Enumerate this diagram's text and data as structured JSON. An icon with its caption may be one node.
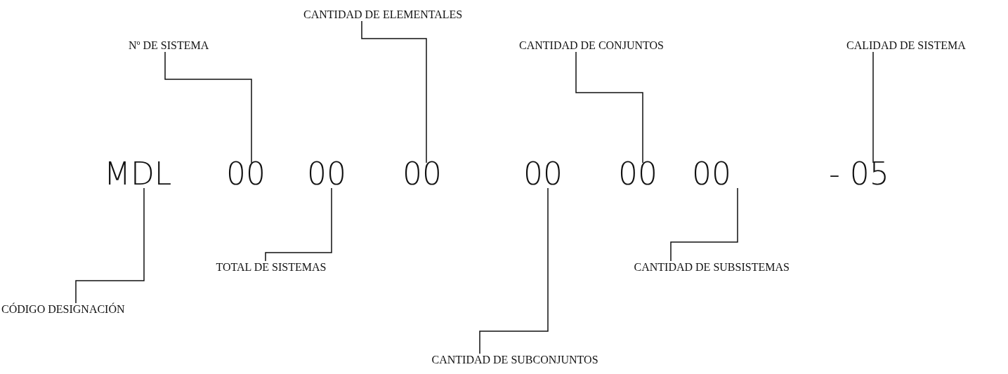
{
  "diagram": {
    "nodes": [
      {
        "text": [
          "CANTIDAD DE ELEMENTALES"
        ]
      },
      {
        "text": [
          "Nº DE SISTEMA"
        ]
      },
      {
        "text": [
          "CANTIDAD DE CONJUNTOS"
        ]
      },
      {
        "text": [
          "CALIDAD DE SISTEMA"
        ]
      },
      {
        "text": [
          "MDL"
        ]
      },
      {
        "text": [
          "00"
        ]
      },
      {
        "text": [
          "00"
        ]
      },
      {
        "text": [
          "00"
        ]
      },
      {
        "text": [
          "00"
        ]
      },
      {
        "text": [
          "00"
        ]
      },
      {
        "text": [
          "00"
        ]
      },
      {
        "text": [
          "- 05"
        ]
      },
      {
        "text": [
          "TOTAL DE SISTEMAS"
        ]
      },
      {
        "text": [
          "CANTIDAD DE SUBSISTEMAS"
        ]
      },
      {
        "text": [
          "CÓDIGO DESIGNACIÓN"
        ]
      },
      {
        "text": [
          "CANTIDAD DE SUBCONJUNTOS"
        ]
      }
    ],
    "edges": [
      {
        "from": 1,
        "to": 5,
        "arrow": "none"
      },
      {
        "from": 0,
        "to": 7,
        "arrow": "none"
      },
      {
        "from": 2,
        "to": 9,
        "arrow": "none"
      },
      {
        "from": 3,
        "to": 11,
        "arrow": "none"
      },
      {
        "from": 14,
        "to": 4,
        "arrow": "none"
      },
      {
        "from": 12,
        "to": 6,
        "arrow": "none"
      },
      {
        "from": 13,
        "to": 10,
        "arrow": "none"
      },
      {
        "from": 15,
        "to": 8,
        "arrow": "none"
      }
    ]
  }
}
